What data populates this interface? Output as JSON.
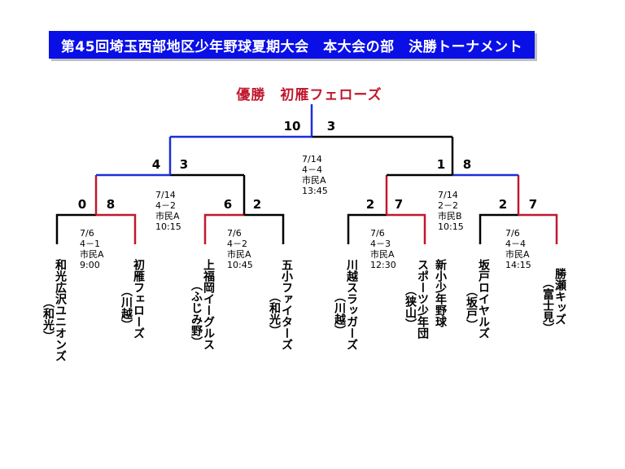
{
  "title": "第45回埼玉西部地区少年野球夏期大会　本大会の部　決勝トーナメント",
  "champion": "優勝　初雁フェローズ",
  "colors": {
    "banner": "#0a0fe6",
    "winner_line": "#c0182e",
    "final_line": "#1a2fd8",
    "champion_text": "#c0182e"
  },
  "final": {
    "scores": [
      "10",
      "3"
    ],
    "date": "7/14",
    "score_text": "4－4",
    "venue": "市民A",
    "time": "13:45"
  },
  "semifinals": [
    {
      "scores": [
        "4",
        "3"
      ],
      "date": "7/14",
      "score_text": "4－2",
      "venue": "市民A",
      "time": "10:15"
    },
    {
      "scores": [
        "1",
        "8"
      ],
      "date": "7/14",
      "score_text": "2－2",
      "venue": "市民B",
      "time": "10:15"
    }
  ],
  "first_round": [
    {
      "scores": [
        "0",
        "8"
      ],
      "date": "7/6",
      "score_text": "4－1",
      "venue": "市民A",
      "time": "9:00"
    },
    {
      "scores": [
        "6",
        "2"
      ],
      "date": "7/6",
      "score_text": "4－2",
      "venue": "市民A",
      "time": "10:45"
    },
    {
      "scores": [
        "2",
        "7"
      ],
      "date": "7/6",
      "score_text": "4－3",
      "venue": "市民A",
      "time": "12:30"
    },
    {
      "scores": [
        "2",
        "7"
      ],
      "date": "7/6",
      "score_text": "4－4",
      "venue": "市民A",
      "time": "14:15"
    }
  ],
  "teams": [
    {
      "name": "和光広沢ユニオンズ",
      "location": "（和光）"
    },
    {
      "name": "初雁フェローズ",
      "location": "（川越）"
    },
    {
      "name": "上福岡イーグルス",
      "location": "（ふじみ野）"
    },
    {
      "name": "五小ファイターズ",
      "location": "（和光）"
    },
    {
      "name": "川越スラッガーズ",
      "location": "（川越）"
    },
    {
      "name": "新小少年野球",
      "name2": "スポーツ少年団",
      "location": "（狭山）"
    },
    {
      "name": "坂戸ロイヤルズ",
      "location": "（坂戸）"
    },
    {
      "name": "勝瀬キッズ",
      "location": "（富士見）"
    }
  ]
}
